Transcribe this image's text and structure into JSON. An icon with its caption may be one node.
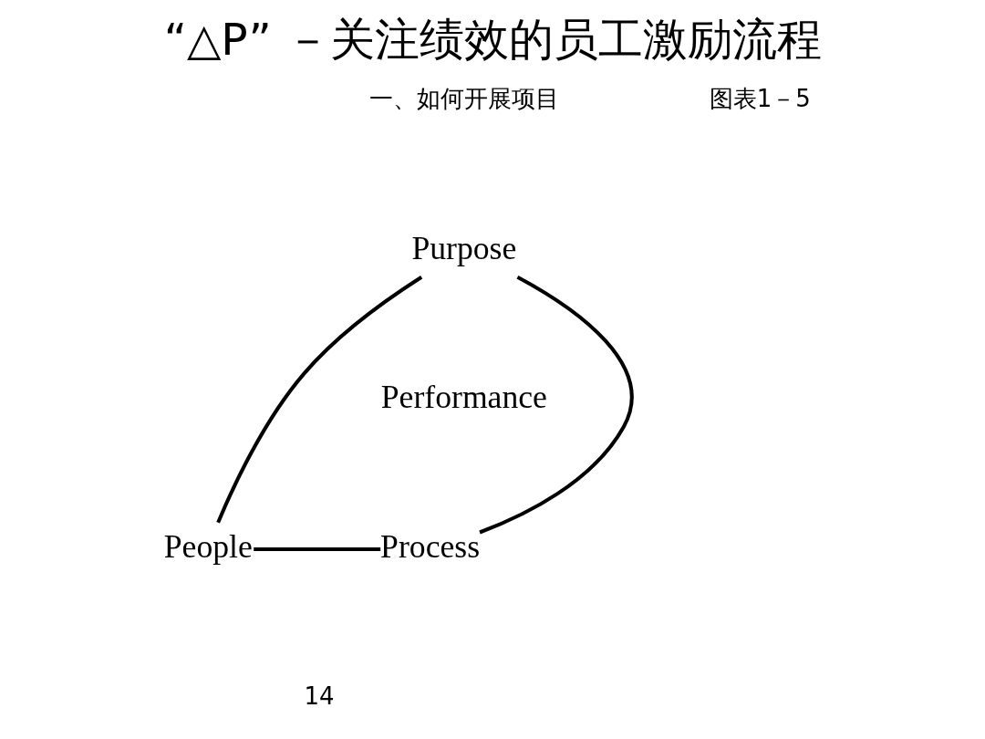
{
  "diagram": {
    "title": "“△P” －关注绩效的员工激励流程",
    "nodes": [
      {
        "text": [
          "Purpose"
        ]
      },
      {
        "text": [
          "People"
        ]
      },
      {
        "text": [
          "Process"
        ]
      }
    ],
    "edges": [
      {
        "from": 0,
        "to": 1,
        "arrow": "none"
      },
      {
        "from": 1,
        "to": 2,
        "arrow": "none"
      },
      {
        "from": 2,
        "to": 0,
        "arrow": "none"
      }
    ],
    "labels": [
      "一、如何开展项目",
      "图表1－5",
      "Performance",
      "14"
    ]
  }
}
